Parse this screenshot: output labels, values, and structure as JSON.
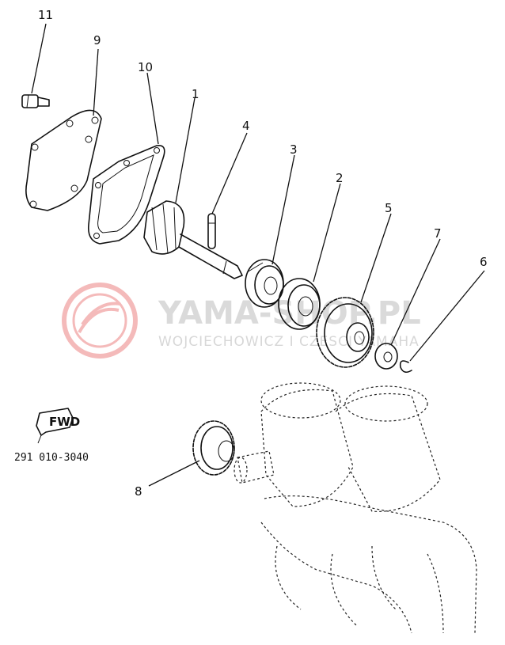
{
  "diagram": {
    "callouts": [
      {
        "id": "11",
        "label": "11"
      },
      {
        "id": "9",
        "label": "9"
      },
      {
        "id": "10",
        "label": "10"
      },
      {
        "id": "1",
        "label": "1"
      },
      {
        "id": "4",
        "label": "4"
      },
      {
        "id": "3",
        "label": "3"
      },
      {
        "id": "2",
        "label": "2"
      },
      {
        "id": "5",
        "label": "5"
      },
      {
        "id": "7",
        "label": "7"
      },
      {
        "id": "6",
        "label": "6"
      },
      {
        "id": "8",
        "label": "8"
      }
    ],
    "fwd_label": "FWD",
    "part_code": "291 010-3040"
  },
  "watermark": {
    "brand": "YAMA-SHOP.PL",
    "tagline": "WOJCIECHOWICZ I CZESCI YAMAHA",
    "logo_color": "#e23b3b"
  }
}
